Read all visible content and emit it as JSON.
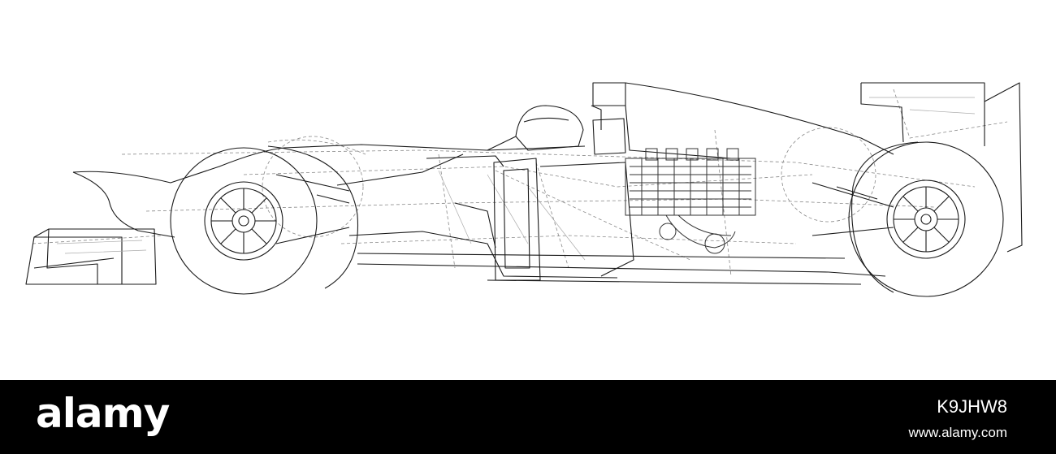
{
  "image": {
    "subject": "",
    "stroke_color": "#1a1a1a",
    "background_color": "#ffffff"
  },
  "watermark": {
    "brand": "alamy",
    "image_id": "K9JHW8",
    "url": "www.alamy.com",
    "background_color": "#000000",
    "text_color": "#ffffff"
  }
}
